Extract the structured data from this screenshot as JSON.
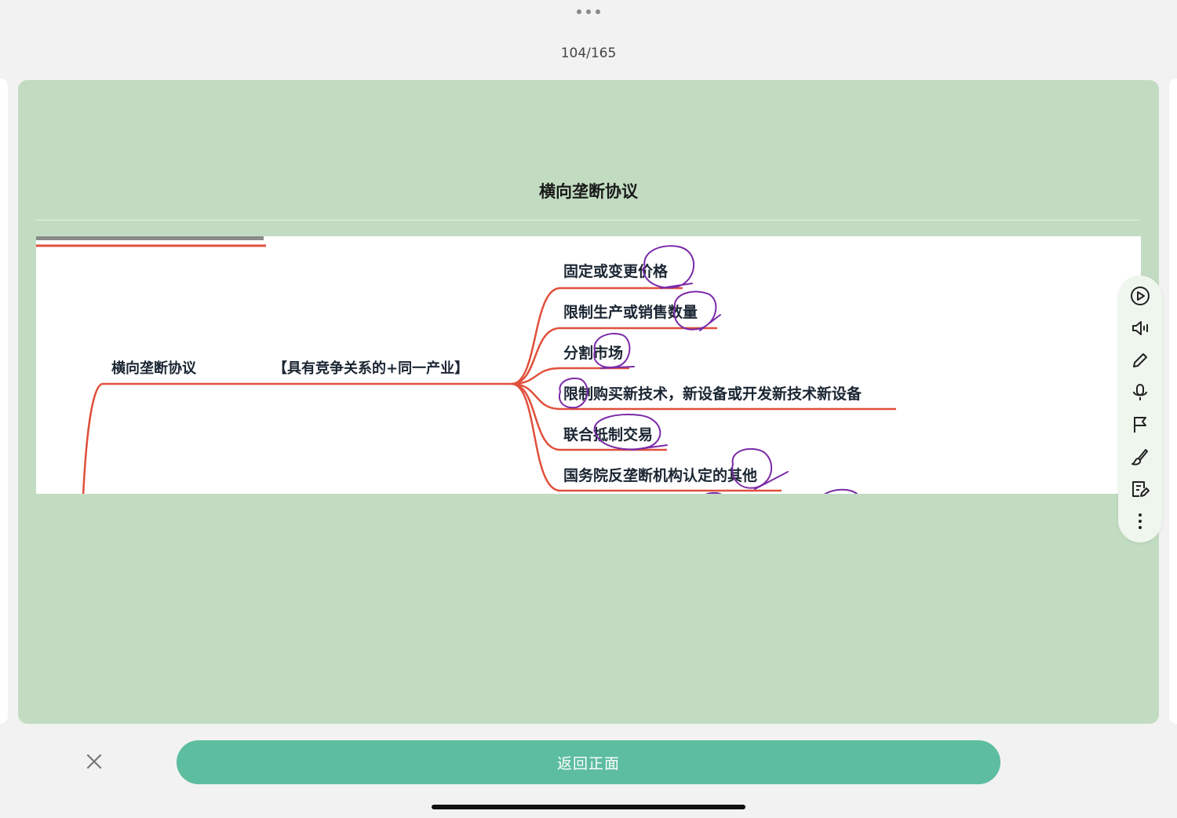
{
  "header": {
    "counter": "104/165"
  },
  "card": {
    "title": "横向垄断协议",
    "mindmap": {
      "root": "横向垄断协议",
      "qualifier": "【具有竞争关系的+同一产业】",
      "branches": [
        "固定或变更价格",
        "限制生产或销售数量",
        "分割市场",
        "限制购买新技术，新设备或开发新技术新设备",
        "联合抵制交易",
        "国务院反垄断机构认定的其他"
      ]
    }
  },
  "toolbar": {
    "items": [
      "play-icon",
      "speaker-icon",
      "pencil-icon",
      "microphone-icon",
      "flag-icon",
      "brush-icon",
      "note-edit-icon",
      "more-icon"
    ]
  },
  "footer": {
    "back_label": "返回正面"
  },
  "colors": {
    "card_bg": "#c2dcc2",
    "button": "#5dbd9f",
    "mindmap_line": "#e0503c",
    "annotation_ink": "#7a2aa8"
  }
}
